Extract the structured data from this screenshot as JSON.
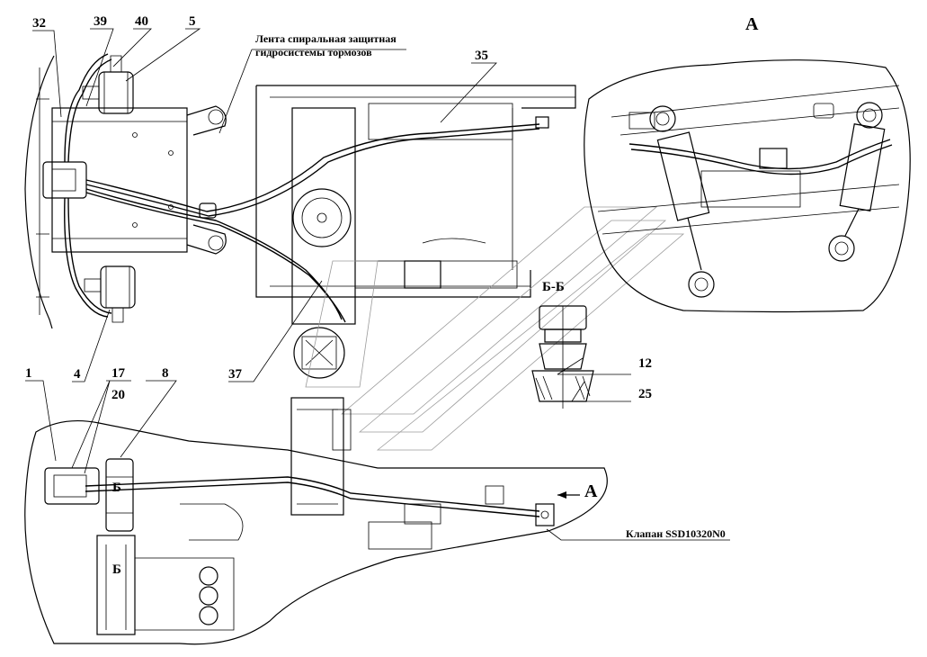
{
  "views": {
    "top": "А",
    "section": "Б-Б",
    "side_marks": [
      "Б",
      "Б"
    ],
    "arrow": "А"
  },
  "notes": {
    "tape_line1": "Лента спиральная защитная",
    "tape_line2": "гидросистемы тормозов",
    "valve": "Клапан SSD10320N0"
  },
  "callouts": [
    "32",
    "39",
    "40",
    "5",
    "35",
    "37",
    "4",
    "1",
    "17",
    "20",
    "8",
    "12",
    "25"
  ]
}
